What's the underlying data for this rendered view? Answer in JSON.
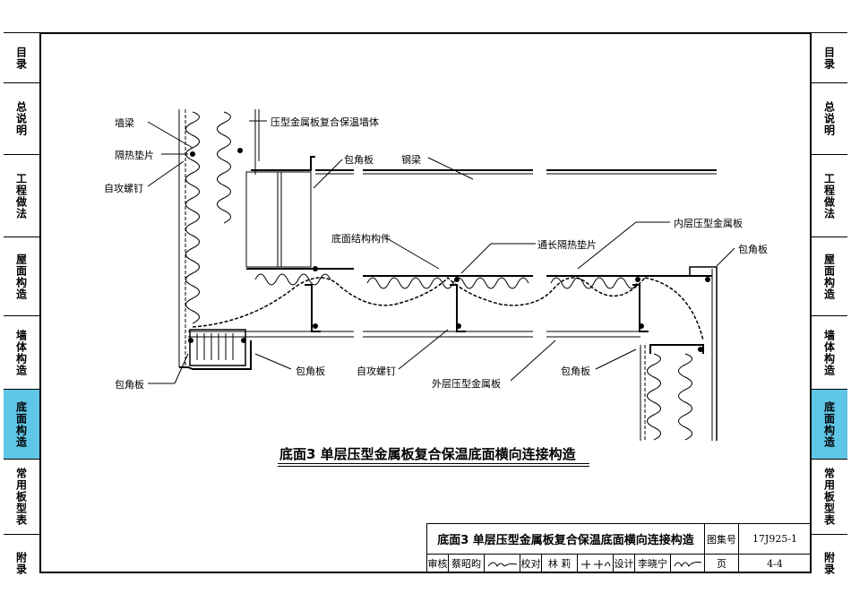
{
  "sidebar": {
    "tabs": [
      {
        "label": "目录"
      },
      {
        "label": "总说明"
      },
      {
        "label": "工程做法"
      },
      {
        "label": "屋面构造"
      },
      {
        "label": "墙体构造"
      },
      {
        "label": "底面构造"
      },
      {
        "label": "常用板型表"
      },
      {
        "label": "附录"
      }
    ],
    "active_index": 5,
    "active_color": "#5fc6e8"
  },
  "labels": {
    "wall_beam": "墙梁",
    "thermal_pad": "隔热垫片",
    "self_tapping_screw_left": "自攻螺钉",
    "wall_panel": "压型金属板复合保温墙体",
    "flashing_top": "包角板",
    "steel_beam": "钢梁",
    "bottom_member": "底面结构构件",
    "long_pad": "通长隔热垫片",
    "inner_panel": "内层压型金属板",
    "flashing_right": "包角板",
    "flashing_left": "包角板",
    "flashing_mid": "包角板",
    "self_tapping_screw_mid": "自攻螺钉",
    "outer_panel": "外层压型金属板",
    "flashing_bottom_right": "包角板"
  },
  "caption": "底面3 单层压型金属板复合保温底面横向连接构造",
  "title_block": {
    "title": "底面3 单层压型金属板复合保温底面横向连接构造",
    "atlas_label": "图集号",
    "atlas_no": "17J925-1",
    "review_label": "审核",
    "reviewer": "蔡昭昀",
    "check_label": "校对",
    "checker": "林 莉",
    "design_label": "设计",
    "designer": "李晓宁",
    "page_label": "页",
    "page_no": "4-4"
  }
}
